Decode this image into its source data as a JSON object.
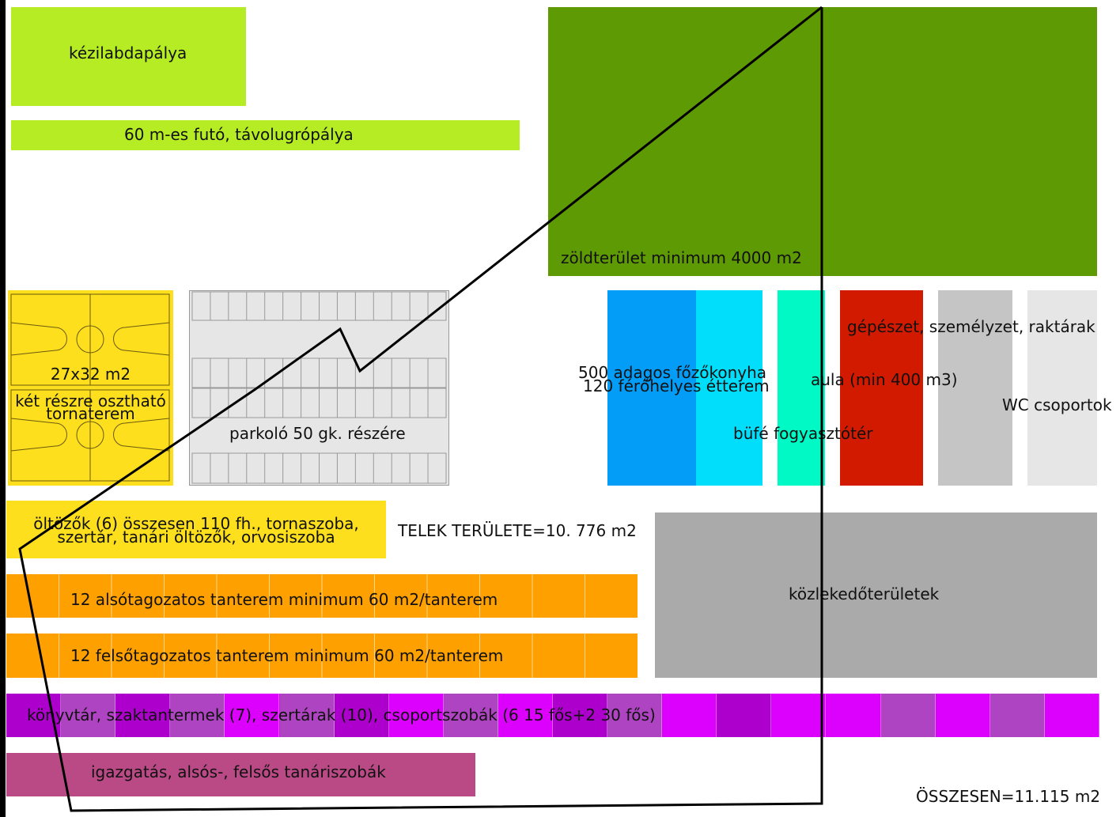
{
  "colors": {
    "lime": "#b5ec23",
    "green": "#5e9a03",
    "yellow": "#fddf1d",
    "parking": "#e6e6e6",
    "blue": "#039cf7",
    "cyan": "#00defc",
    "mint": "#00f9c4",
    "red": "#d11a00",
    "gray_light": "#c5c5c5",
    "gray_lighter": "#e6e6e6",
    "gray_mid": "#aaaaaa",
    "orange": "#fea000",
    "purple": "#dc00fd",
    "purple_dark": "#ad00cc",
    "purple_mid": "#ae44c1",
    "mauve": "#b94a85",
    "outline": "#000000"
  },
  "labels": {
    "handball": "kézilabdapálya",
    "running": "60 m-es futó, távolugrópálya",
    "green_area": "zöldterület minimum 4000 m2",
    "gym_size": "27x32 m2",
    "gym_line1": "két részre osztható",
    "gym_line2": "tornaterem",
    "parking": "parkoló 50 gk. részére",
    "kitchen_line1": "500 adagos főzőkonyha",
    "kitchen_line2": "120 férőhelyes étterem",
    "aula": "aula (min 400 m3)",
    "buffet": "büfé fogyasztótér",
    "mechanical": "gépészet, személyzet, raktárak",
    "wc": "WC csoportok",
    "changing_line1": "öltözők (6) összesen 110 fh., tornaszoba,",
    "changing_line2": "szertár, tanári öltözők, orvosiszoba",
    "plot_area": "TELEK TERÜLETE=10. 776 m2",
    "circulation": "közlekedőterületek",
    "lower_classrooms": "12 alsótagozatos tanterem minimum 60 m2/tanterem",
    "upper_classrooms": "12 felsőtagozatos tanterem minimum 60 m2/tanterem",
    "library": "könyvtár, szaktantermek (7), szertárak (10), csoportszobák (6 15 fős+2 30 fős)",
    "admin": "igazgatás, alsós-, felsős tanáriszobák",
    "total": "ÖSSZESEN=11.115 m2"
  },
  "library_strip": [
    "purple_dark",
    "purple_mid",
    "purple_dark",
    "purple_mid",
    "purple",
    "purple_mid",
    "purple_dark",
    "purple",
    "purple_mid",
    "purple",
    "purple_dark",
    "purple_mid",
    "purple",
    "purple_dark",
    "purple",
    "purple",
    "purple_mid",
    "purple",
    "purple_mid",
    "purple"
  ]
}
